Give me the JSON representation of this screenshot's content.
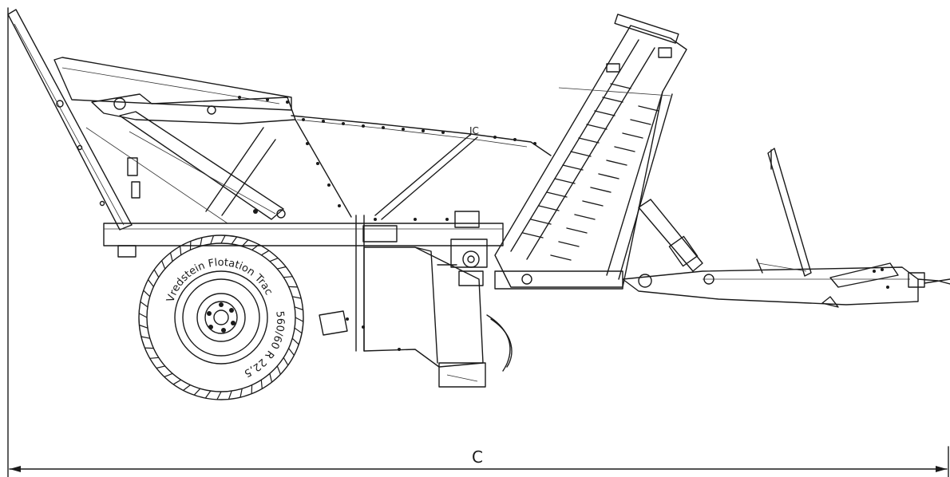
{
  "tire": {
    "brand_text": "Vredstein Flotation Trac",
    "size_text": "560/60 R 22,5"
  },
  "dimension": {
    "label": "C"
  }
}
